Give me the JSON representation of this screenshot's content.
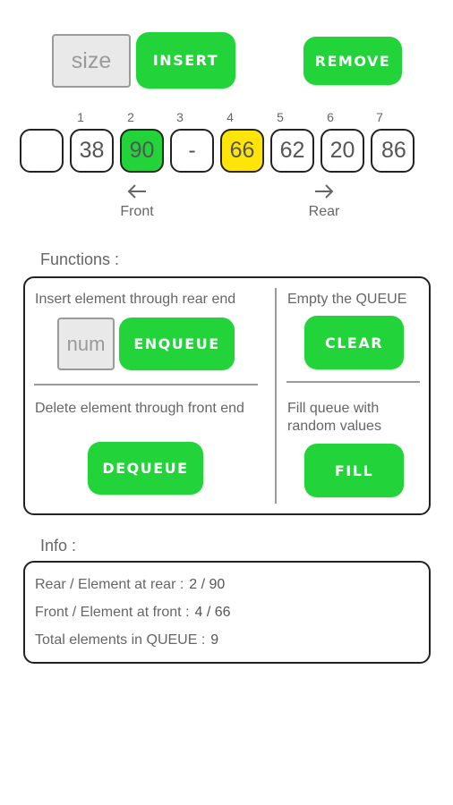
{
  "top": {
    "size_placeholder": "size",
    "insert_label": "INSERT",
    "remove_label": "REMOVE"
  },
  "queue": {
    "indices": [
      "1",
      "2",
      "3",
      "4",
      "5",
      "6",
      "7"
    ],
    "cells": [
      "38",
      "90",
      "-",
      "66",
      "62",
      "20",
      "86"
    ],
    "rear_color": "#22d33a",
    "front_color": "#ffe40a",
    "front_label": "Front",
    "rear_label": "Rear"
  },
  "functions": {
    "heading": "Functions :",
    "insert_desc": "Insert element through rear end",
    "num_placeholder": "num",
    "enqueue_label": "ENQUEUE",
    "delete_desc": "Delete element through front end",
    "dequeue_label": "DEQUEUE",
    "empty_desc": "Empty the QUEUE",
    "clear_label": "CLEAR",
    "fill_desc": "Fill queue with random values",
    "fill_label": "FILL"
  },
  "info": {
    "heading": "Info :",
    "rear_label": "Rear / Element at rear :",
    "rear_value": "2 / 90",
    "front_label": "Front / Element at front :",
    "front_value": "4 / 66",
    "total_label": "Total elements in QUEUE :",
    "total_value": "9"
  },
  "colors": {
    "button_green": "#22d33a"
  }
}
